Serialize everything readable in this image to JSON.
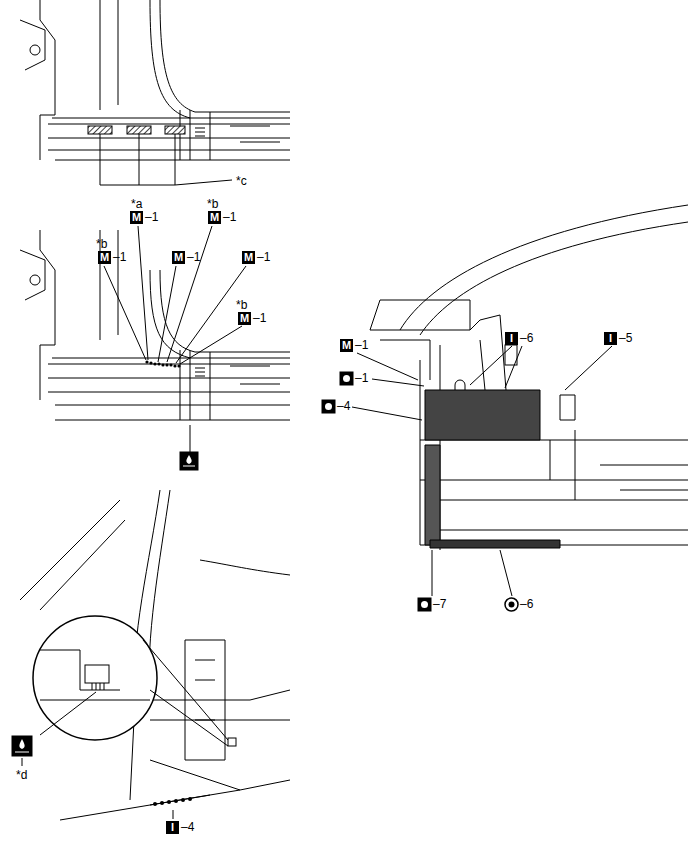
{
  "diagram": {
    "labels": [
      "*c",
      "*a",
      "M",
      "–1",
      "*b",
      "M",
      "–1",
      "*b",
      "M",
      "–1",
      "M",
      "–1",
      "M",
      "–1",
      "*b",
      "M",
      "–1",
      "*d",
      "I",
      "–4",
      "M",
      "–1",
      "I",
      "–6",
      "I",
      "–5",
      "–1",
      "–4",
      "–7",
      "–6"
    ]
  }
}
